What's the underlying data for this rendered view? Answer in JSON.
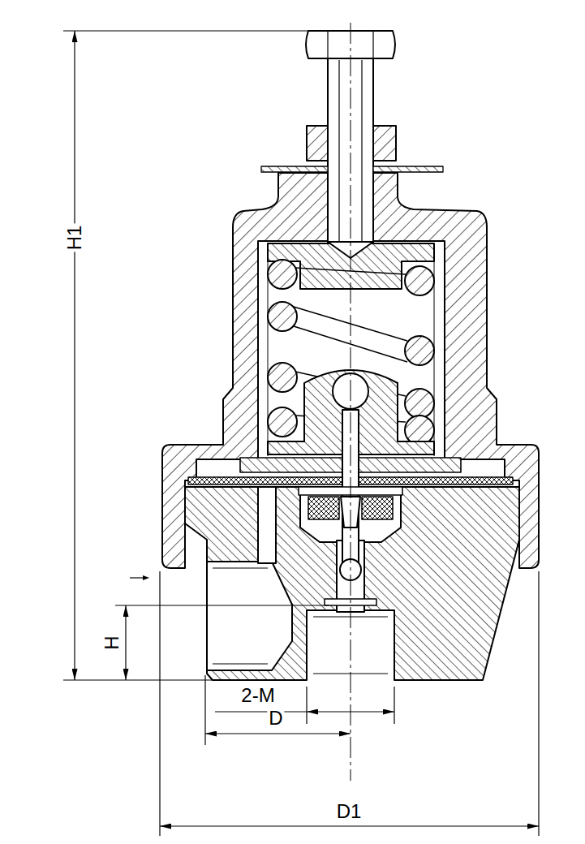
{
  "diagram": {
    "labels": [
      "H1",
      "H",
      "2-M",
      "D",
      "D1"
    ]
  }
}
